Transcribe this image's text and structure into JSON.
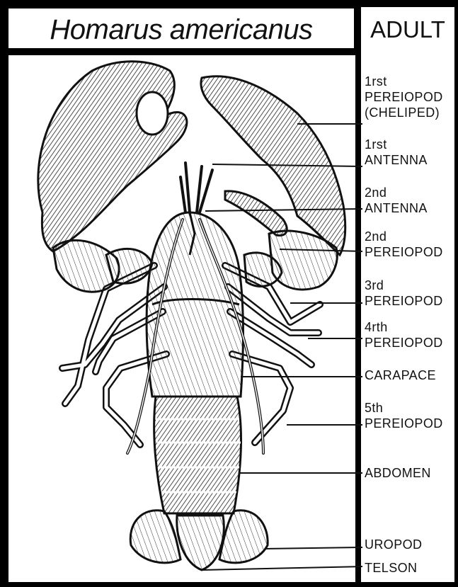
{
  "title": "Homarus americanus",
  "stage": "ADULT",
  "labels": [
    {
      "lines": [
        "1rst",
        "PEREIOPOD",
        "(CHELIPED)"
      ]
    },
    {
      "lines": [
        "1rst",
        "ANTENNA"
      ]
    },
    {
      "lines": [
        "2nd",
        "ANTENNA"
      ]
    },
    {
      "lines": [
        "2nd",
        "PEREIOPOD"
      ]
    },
    {
      "lines": [
        "3rd",
        "PEREIOPOD"
      ]
    },
    {
      "lines": [
        "4rth",
        "PEREIOPOD"
      ]
    },
    {
      "lines": [
        "CARAPACE"
      ]
    },
    {
      "lines": [
        "5th",
        "PEREIOPOD"
      ]
    },
    {
      "lines": [
        "ABDOMEN"
      ]
    },
    {
      "lines": [
        "UROPOD"
      ]
    },
    {
      "lines": [
        "TELSON"
      ]
    }
  ]
}
